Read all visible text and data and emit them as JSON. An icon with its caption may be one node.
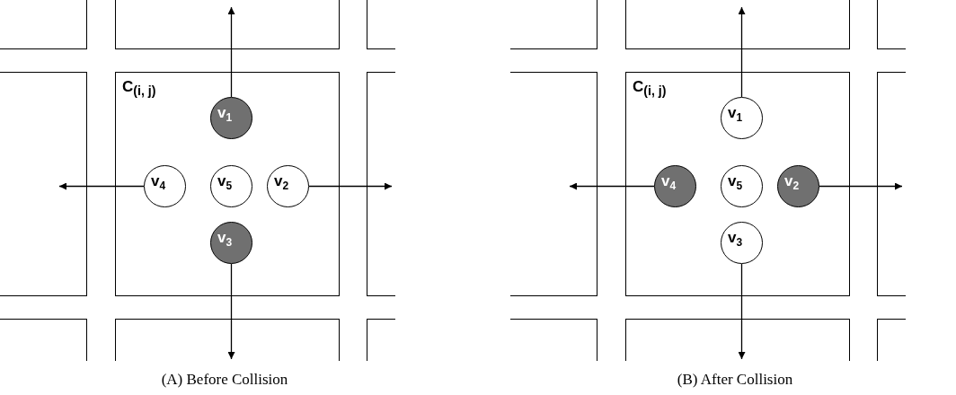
{
  "diagram": {
    "nodes": [
      {
        "text": [],
        "shape": "box"
      },
      {
        "text": [],
        "shape": "box"
      },
      {
        "text": [],
        "shape": "box"
      },
      {
        "text": [],
        "shape": "box"
      },
      {
        "text": [
          "C$_{(i, j)}$"
        ]
      },
      {
        "text": [
          "v$_{1}$"
        ],
        "in": 4
      },
      {
        "text": [
          "v$_{4}$"
        ],
        "in": 4
      },
      {
        "text": [
          "v$_{5}$"
        ],
        "in": 4
      },
      {
        "text": [
          "v$_{2}$"
        ],
        "in": 4
      },
      {
        "text": [
          "v$_{3}$"
        ],
        "in": 4
      },
      {
        "text": [],
        "shape": "box"
      },
      {
        "text": [],
        "shape": "box"
      },
      {
        "text": [],
        "shape": "box"
      },
      {
        "text": [],
        "shape": "box"
      },
      {
        "text": [],
        "shape": "box"
      },
      {
        "text": [],
        "shape": "box"
      },
      {
        "text": [],
        "shape": "box"
      },
      {
        "text": [],
        "shape": "box"
      },
      {
        "text": [
          "C$_{(i, j)}$"
        ]
      },
      {
        "text": [
          "v$_{1}$"
        ],
        "in": 18
      },
      {
        "text": [
          "v$_{4}$"
        ],
        "in": 18
      },
      {
        "text": [
          "v$_{5}$"
        ],
        "in": 18
      },
      {
        "text": [
          "v$_{2}$"
        ],
        "in": 18
      },
      {
        "text": [
          "v$_{3}$"
        ],
        "in": 18
      },
      {
        "text": [],
        "shape": "box"
      },
      {
        "text": [],
        "shape": "box"
      },
      {
        "text": [],
        "shape": "box"
      },
      {
        "text": [],
        "shape": "box"
      }
    ],
    "edges": [
      {
        "from": 5,
        "to": 1,
        "arrow": "to"
      },
      {
        "from": 6,
        "to": 3,
        "arrow": "to"
      },
      {
        "from": 8,
        "to": 10,
        "arrow": "to"
      },
      {
        "from": 9,
        "to": 12,
        "arrow": "to"
      },
      {
        "from": 19,
        "to": 15,
        "arrow": "to"
      },
      {
        "from": 20,
        "to": 17,
        "arrow": "to"
      },
      {
        "from": 22,
        "to": 24,
        "arrow": "to"
      },
      {
        "from": 23,
        "to": 26,
        "arrow": "to"
      }
    ],
    "labels": [
      "(A) Before Collision",
      "(B) After Collision"
    ]
  }
}
